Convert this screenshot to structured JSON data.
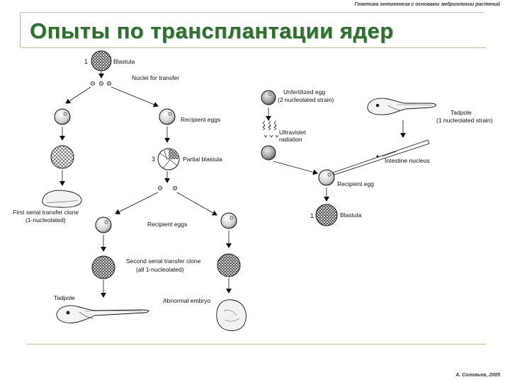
{
  "header_note": "Генетика онтогенеза с основами эмбриологии растений",
  "footer_note": "А. Соловьев, 2005",
  "title": "Опыты по трансплантации ядер",
  "left_panel": {
    "num_1": "1",
    "blastula": "Blastula",
    "nuclei_for_transfer": "Nuclei for transfer",
    "recipient_eggs_1": "Recipient eggs",
    "num_3": "3",
    "partial_blastula": "Partial blastula",
    "first_clone_1": "First serial transfer clone",
    "first_clone_2": "(1-nucleolated)",
    "recipient_eggs_2": "Recipient eggs",
    "second_clone_1": "Second serial transfer clone",
    "second_clone_2": "(all 1-nucleolated)",
    "tadpole": "Tadpole",
    "abnormal_embryo": "Abnormal embryo"
  },
  "right_panel": {
    "unfertilized_1": "Unfertilized egg",
    "unfertilized_2": "(2 nucleolated strain)",
    "uv_1": "Ultraviolet",
    "uv_2": "radiation",
    "tadpole_1": "Tadpole",
    "tadpole_2": "(1 nucleolated strain)",
    "intestine_nucleus": "Intestine nucleus",
    "recipient_egg": "Recipient egg",
    "num_1": "1",
    "blastula": "Blastula"
  }
}
